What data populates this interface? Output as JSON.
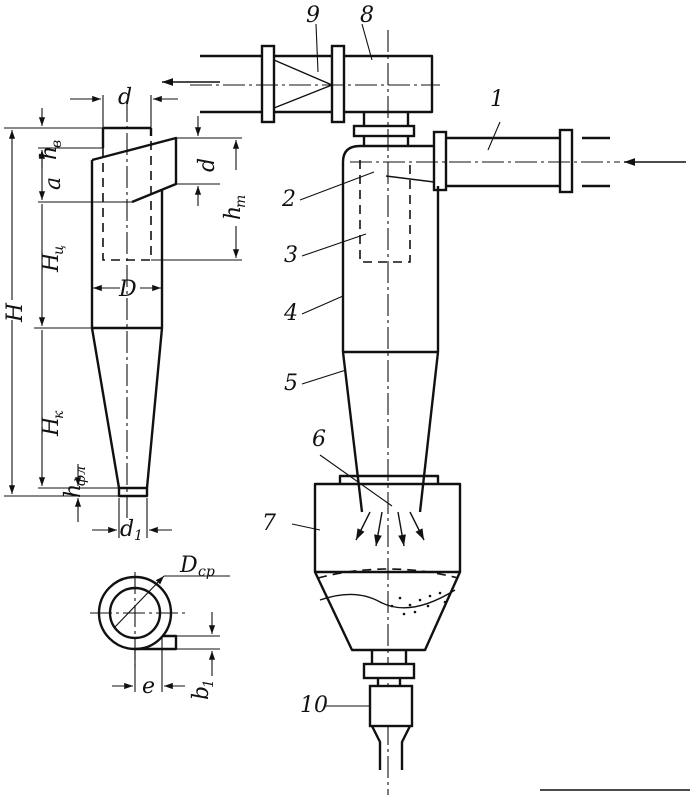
{
  "numbers": {
    "n1": "1",
    "n2": "2",
    "n3": "3",
    "n4": "4",
    "n5": "5",
    "n6": "6",
    "n7": "7",
    "n8": "8",
    "n9": "9",
    "n10": "10"
  },
  "dims": {
    "d_top": "d",
    "d_inlet": "d",
    "h_v": "h",
    "h_v_sub": "в",
    "a": "a",
    "h_t": "h",
    "h_t_sub": "т",
    "H_ts": "H",
    "H_ts_sub": "ц",
    "D": "D",
    "H": "H",
    "H_k": "H",
    "H_k_sub": "к",
    "h_fl": "h",
    "h_fl_sub": "фл",
    "d1": "d",
    "d1_sub": "1",
    "D_cp": "D",
    "D_cp_sub": "ср",
    "e": "e",
    "b1": "b",
    "b1_sub": "1"
  }
}
